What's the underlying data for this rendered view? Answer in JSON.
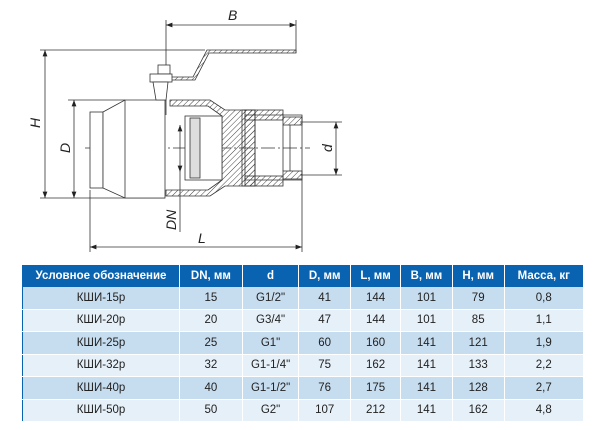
{
  "drawing": {
    "labels": {
      "B": "B",
      "H": "H",
      "D": "D",
      "d": "d",
      "DN": "DN",
      "L": "L"
    }
  },
  "table": {
    "headers": [
      "Условное обозначение",
      "DN, мм",
      "d",
      "D, мм",
      "L, мм",
      "B, мм",
      "H, мм",
      "Масса, кг"
    ],
    "rows": [
      [
        "КШИ-15р",
        "15",
        "G1/2\"",
        "41",
        "144",
        "101",
        "79",
        "0,8"
      ],
      [
        "КШИ-20р",
        "20",
        "G3/4\"",
        "47",
        "144",
        "101",
        "85",
        "1,1"
      ],
      [
        "КШИ-25р",
        "25",
        "G1\"",
        "60",
        "160",
        "141",
        "121",
        "1,9"
      ],
      [
        "КШИ-32р",
        "32",
        "G1-1/4\"",
        "75",
        "162",
        "141",
        "133",
        "2,2"
      ],
      [
        "КШИ-40р",
        "40",
        "G1-1/2\"",
        "76",
        "175",
        "141",
        "128",
        "2,7"
      ],
      [
        "КШИ-50р",
        "50",
        "G2\"",
        "107",
        "212",
        "141",
        "162",
        "4,8"
      ]
    ]
  },
  "colors": {
    "header_bg": "#0a63b0",
    "row_odd": "#c6dcef",
    "row_even": "#e6f0f8"
  }
}
